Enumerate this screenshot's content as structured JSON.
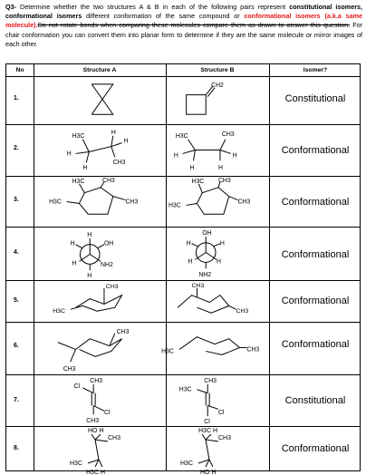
{
  "question": {
    "lead": "Q3-",
    "text_1": " Determine whether the two structures A & B in each of the following pairs represent ",
    "bold_1": "constitutional isomers, conformational isomers",
    "text_2": " different conformation of the same compound or ",
    "red_1": "conformational isomers (a.k.a same molecule).",
    "strike_1": "Do not rotate bonds when comparing these molecules compare them as drawn to answer this question.",
    "text_3": " For chair conformation you can convert them into planar form to determine if they are the same molecule or mirror images of each other."
  },
  "table": {
    "headers": {
      "no": "No",
      "a": "Structure A",
      "b": "Structure B",
      "isomer": "Isomer?"
    },
    "rows": [
      {
        "no": "1.",
        "answer": "Constitutional"
      },
      {
        "no": "2.",
        "answer": "Conformational"
      },
      {
        "no": "3.",
        "answer": "Conformational"
      },
      {
        "no": "4.",
        "answer": "Conformational"
      },
      {
        "no": "5.",
        "answer": "Conformational"
      },
      {
        "no": "6.",
        "answer": "Conformational"
      },
      {
        "no": "7.",
        "answer": "Constitutional"
      },
      {
        "no": "8.",
        "answer": "Conformational"
      }
    ]
  },
  "labels": {
    "ch2": "CH2",
    "ch3": "CH3",
    "h3c": "H3C",
    "h": "H",
    "oh": "OH",
    "nh2": "NH2",
    "ho": "HO",
    "cl": "Cl",
    "h3c_h": "H3C H",
    "ho_h": "HO H"
  }
}
